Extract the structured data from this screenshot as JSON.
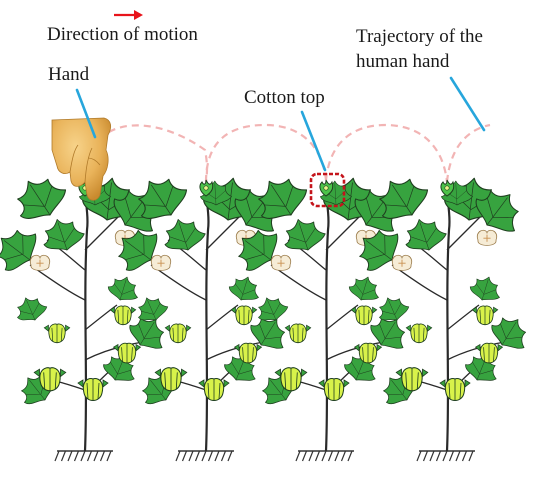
{
  "labels": {
    "direction": "Direction of motion",
    "hand": "Hand",
    "cotton_top": "Cotton top",
    "trajectory_line1": "Trajectory of the",
    "trajectory_line2": "human hand"
  },
  "colors": {
    "arrow": "#e8141b",
    "leader_line": "#27a6dc",
    "trajectory": "#f2b4b4",
    "highlight_box": "#c4141b",
    "leaf": "#37a33f",
    "leaf_outline": "#1f3f1f",
    "boll": "#d8f24a",
    "stem": "#2a2a2a",
    "hand_skin": "#e9b35a"
  },
  "plants": 4
}
